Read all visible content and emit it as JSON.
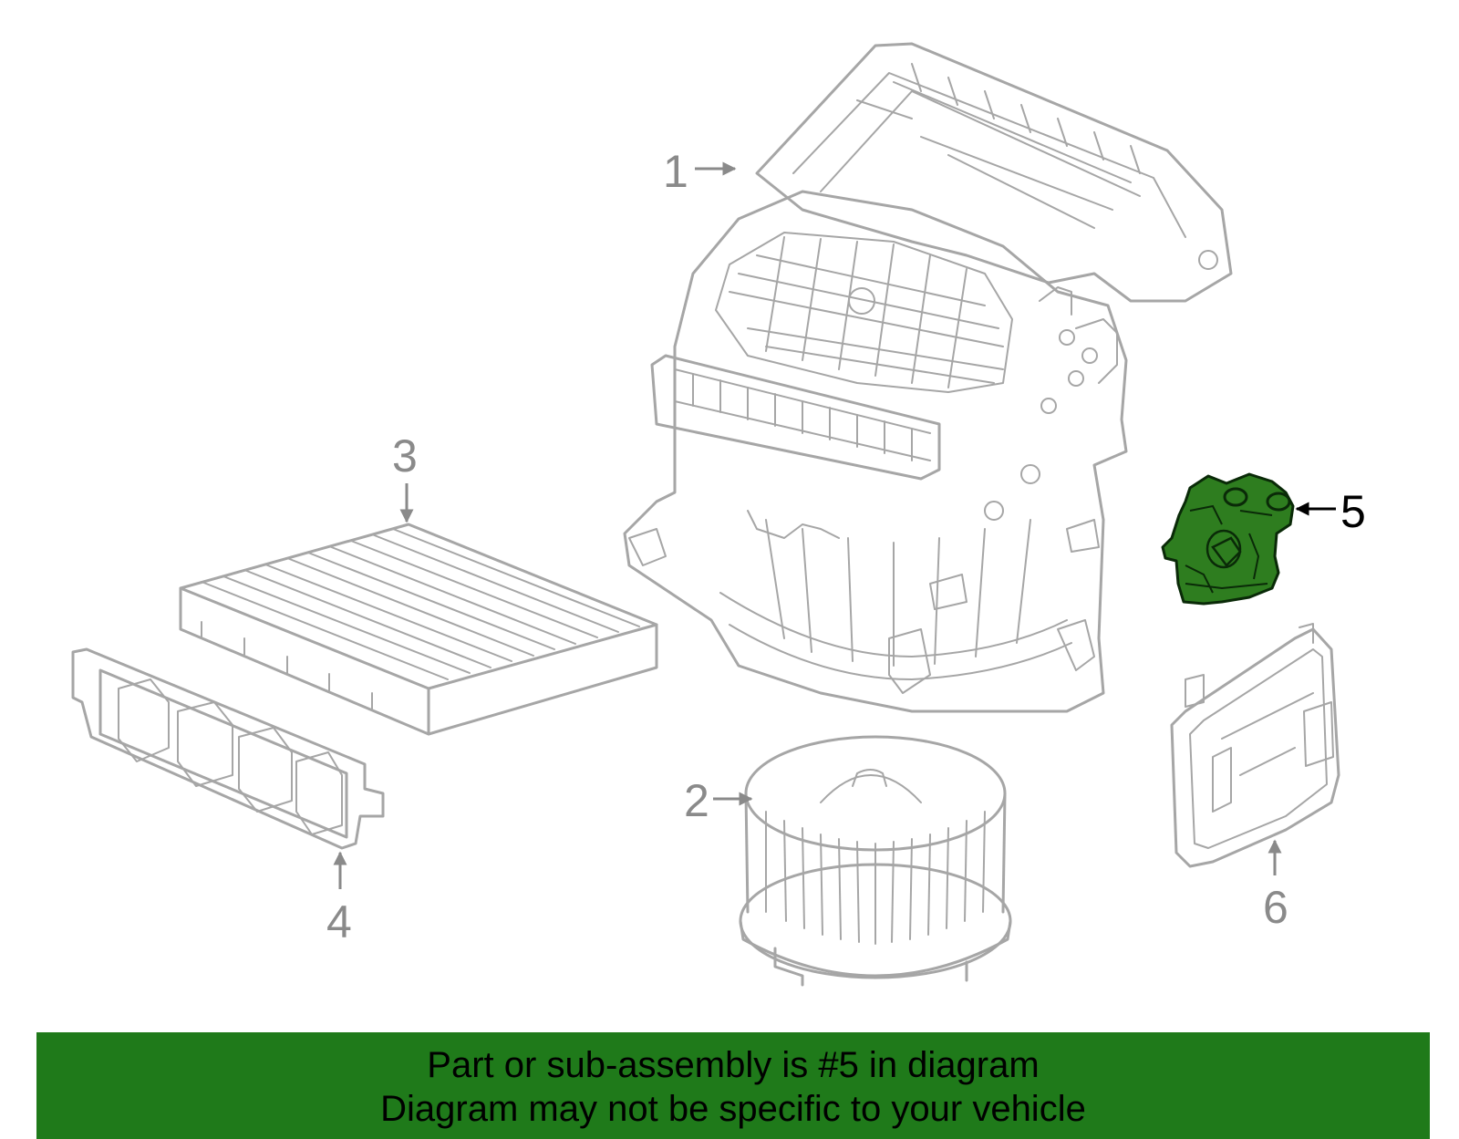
{
  "callouts": [
    {
      "id": "1",
      "label": "1"
    },
    {
      "id": "2",
      "label": "2"
    },
    {
      "id": "3",
      "label": "3"
    },
    {
      "id": "4",
      "label": "4"
    },
    {
      "id": "5",
      "label": "5"
    },
    {
      "id": "6",
      "label": "6"
    }
  ],
  "highlight": {
    "part": "5",
    "color": "#2e7d1f",
    "outline": "#0a2a08"
  },
  "banner": {
    "line1": "Part or sub-assembly is #5 in diagram",
    "line2": "Diagram may not be specific to your vehicle",
    "background": "#1f7a1a"
  }
}
